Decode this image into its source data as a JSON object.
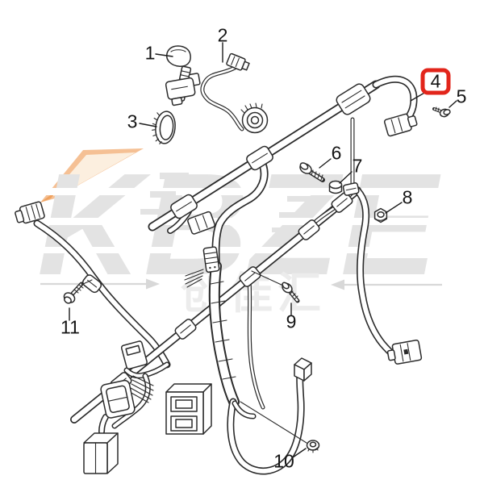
{
  "diagram": {
    "type": "exploded-parts-diagram",
    "subject": "engine wiring harness",
    "callouts": [
      {
        "label": "1"
      },
      {
        "label": "2"
      },
      {
        "label": "3"
      },
      {
        "label": "4"
      },
      {
        "label": "5"
      },
      {
        "label": "6"
      },
      {
        "label": "7"
      },
      {
        "label": "8"
      },
      {
        "label": "9"
      },
      {
        "label": "10"
      },
      {
        "label": "11"
      }
    ],
    "highlighted_callout": "4",
    "watermark": {
      "logo": "KBZE",
      "subtext": "创佳汇"
    },
    "colors": {
      "highlight_box": "#e2251b",
      "line_art": "#2b2b2b",
      "watermark_text": "#e3e3e3",
      "watermark_subtext": "#ececec",
      "watermark_accent_outer": "#f5c094",
      "watermark_accent_inner": "#fcefdf",
      "watermark_accent_tip": "#efa25f",
      "watermark_arrow": "#d8d8d8",
      "background": "#ffffff"
    }
  }
}
